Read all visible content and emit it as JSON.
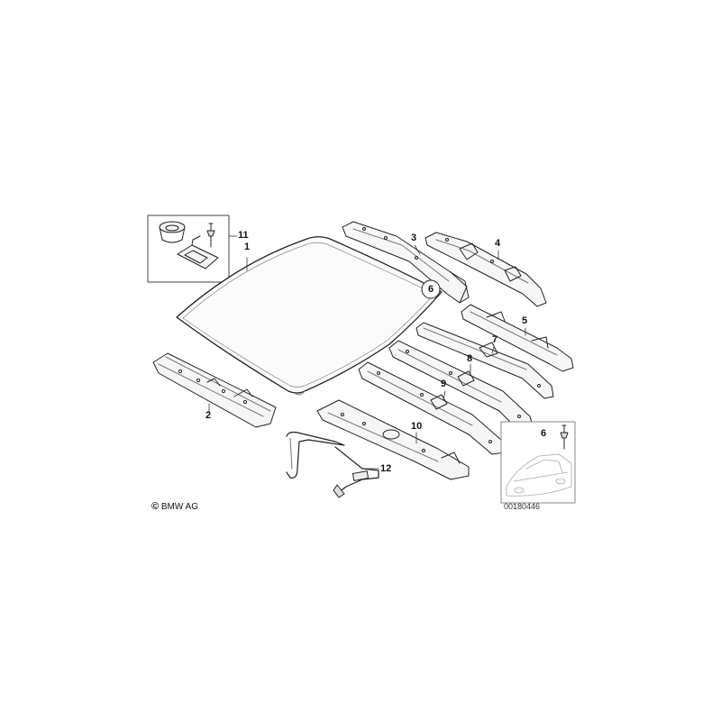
{
  "diagram": {
    "callouts": [
      {
        "id": "1",
        "label": "1"
      },
      {
        "id": "2",
        "label": "2"
      },
      {
        "id": "3",
        "label": "3"
      },
      {
        "id": "4",
        "label": "4"
      },
      {
        "id": "5",
        "label": "5"
      },
      {
        "id": "6",
        "label": "6"
      },
      {
        "id": "6b",
        "label": "6"
      },
      {
        "id": "7",
        "label": "7"
      },
      {
        "id": "8",
        "label": "8"
      },
      {
        "id": "9",
        "label": "9"
      },
      {
        "id": "10",
        "label": "10"
      },
      {
        "id": "11",
        "label": "11"
      },
      {
        "id": "12",
        "label": "12"
      }
    ],
    "copyright_symbol": "©",
    "copyright": "BMW AG",
    "image_number": "00180446"
  }
}
